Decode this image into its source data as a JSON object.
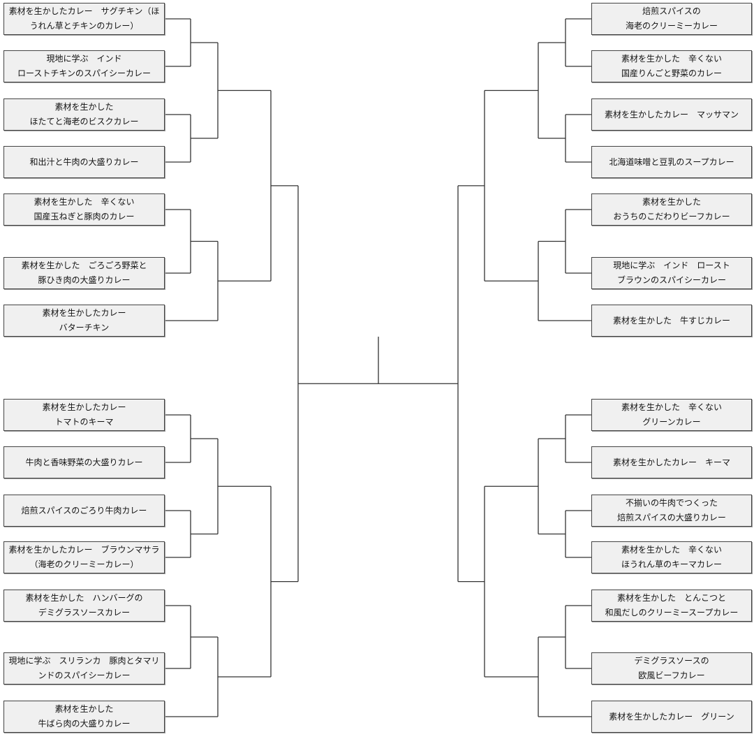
{
  "bracket": {
    "left": [
      {
        "name": "素材を生かしたカレー　サグチキン（ほ\nうれん草とチキンのカレー）"
      },
      {
        "name": "現地に学ぶ　インド\nローストチキンのスパイシーカレー"
      },
      {
        "name": "素材を生かした\nほたてと海老のビスクカレー"
      },
      {
        "name": "和出汁と牛肉の大盛りカレー"
      },
      {
        "name": "素材を生かした　辛くない\n国産玉ねぎと豚肉のカレー"
      },
      {
        "name": "素材を生かした　ごろごろ野菜と\n豚ひき肉の大盛りカレー"
      },
      {
        "name": "素材を生かしたカレー\nバターチキン"
      },
      {
        "name": "素材を生かしたカレー\nトマトのキーマ"
      },
      {
        "name": "牛肉と香味野菜の大盛りカレー"
      },
      {
        "name": "焙煎スパイスのごろり牛肉カレー"
      },
      {
        "name": "素材を生かしたカレー　ブラウンマサラ\n（海老のクリーミーカレー）"
      },
      {
        "name": "素材を生かした　ハンバーグの\nデミグラスソースカレー"
      },
      {
        "name": "現地に学ぶ　スリランカ　豚肉とタマリ\nンドのスパイシーカレー"
      },
      {
        "name": "素材を生かした\n牛ばら肉の大盛りカレー"
      }
    ],
    "right": [
      {
        "name": "焙煎スパイスの\n海老のクリーミーカレー"
      },
      {
        "name": "素材を生かした　辛くない\n国産りんごと野菜のカレー"
      },
      {
        "name": "素材を生かしたカレー　マッサマン"
      },
      {
        "name": "北海道味噌と豆乳のスープカレー"
      },
      {
        "name": "素材を生かした\nおうちのこだわりビーフカレー"
      },
      {
        "name": "現地に学ぶ　インド　ロースト\nブラウンのスパイシーカレー"
      },
      {
        "name": "素材を生かした　牛すじカレー"
      },
      {
        "name": "素材を生かした　辛くない\nグリーンカレー"
      },
      {
        "name": "素材を生かしたカレー　キーマ"
      },
      {
        "name": "不揃いの牛肉でつくった\n焙煎スパイスの大盛りカレー"
      },
      {
        "name": "素材を生かした　辛くない\nほうれん草のキーマカレー"
      },
      {
        "name": "素材を生かした　とんこつと\n和風だしのクリーミースープカレー"
      },
      {
        "name": "デミグラスソースの\n欧風ビーフカレー"
      },
      {
        "name": "素材を生かしたカレー　グリーン"
      }
    ],
    "colors": {
      "box_fill": "#f0f0f0",
      "box_border": "#444444",
      "line": "#333333",
      "background": "#ffffff"
    }
  }
}
